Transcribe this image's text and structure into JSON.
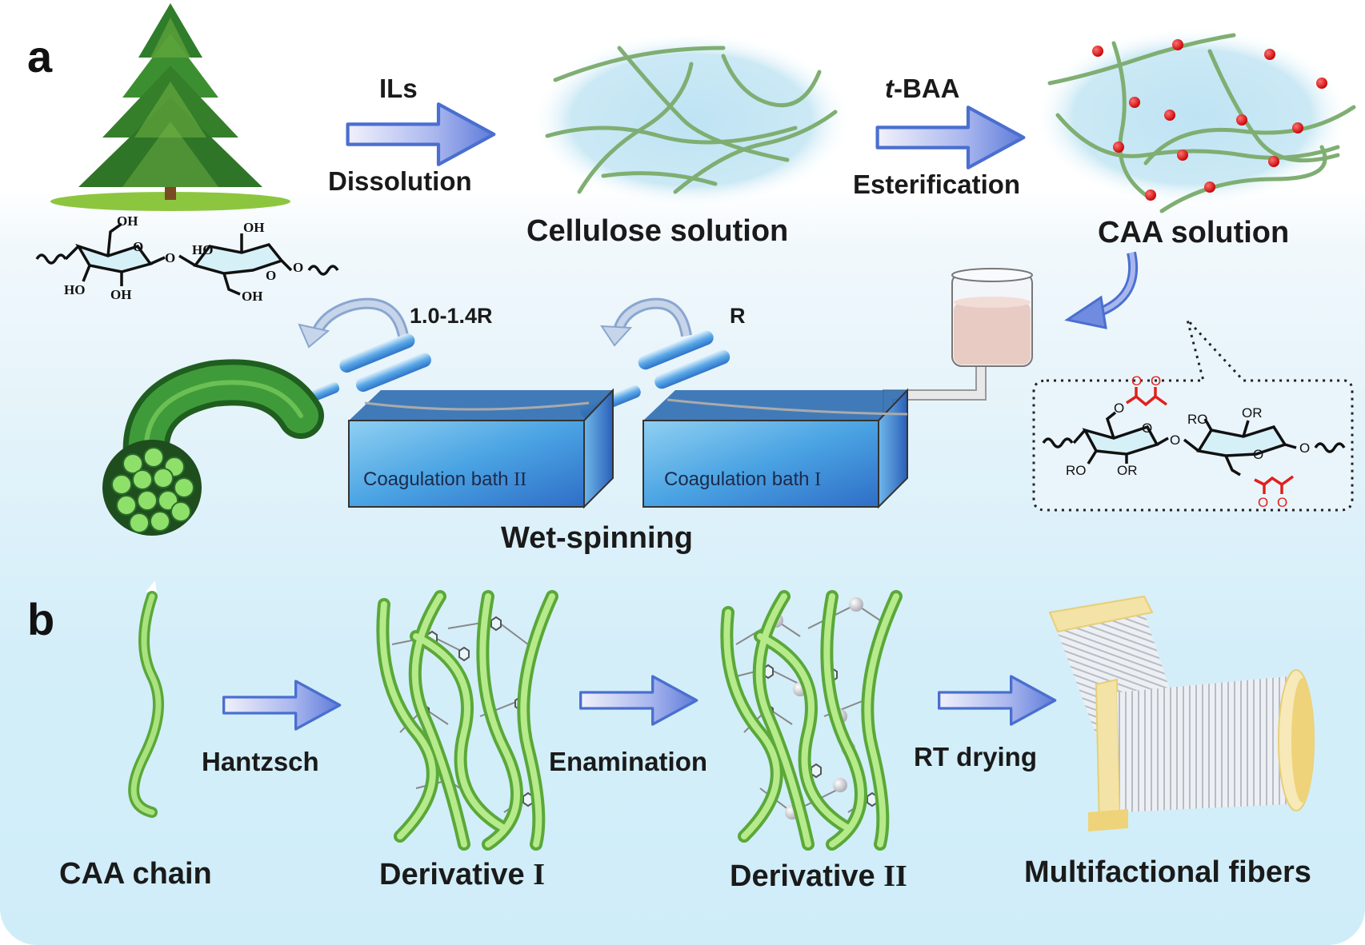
{
  "panel_a": {
    "letter": "a",
    "arrow1": {
      "top": "ILs",
      "bottom": "Dissolution"
    },
    "cellulose_label": "Cellulose solution",
    "arrow2": {
      "top_italic": "t",
      "top_rest": "-BAA",
      "bottom": "Esterification"
    },
    "caa_label": "CAA solution",
    "glucose_structure": {
      "labels": [
        "OH",
        "O",
        "HO",
        "OH",
        "O",
        "HO",
        "OH",
        "O",
        "O",
        "OH"
      ]
    },
    "caa_structure": {
      "labels": [
        "O",
        "O",
        "O",
        "O",
        "RO",
        "OR",
        "O",
        "RO",
        "OR",
        "O",
        "O",
        "O",
        "O"
      ]
    },
    "roller_speeds": {
      "fast": "1.0-1.4R",
      "base": "R"
    },
    "baths": [
      {
        "label": "Coagulation bath",
        "numeral": "II"
      },
      {
        "label": "Coagulation bath",
        "numeral": "I"
      }
    ],
    "process_label": "Wet-spinning"
  },
  "panel_b": {
    "letter": "b",
    "steps": [
      {
        "label": "Hantzsch"
      },
      {
        "label": "Enamination"
      },
      {
        "label": "RT drying"
      }
    ],
    "stages": [
      {
        "label": "CAA chain"
      },
      {
        "label": "Derivative",
        "numeral": "I"
      },
      {
        "label": "Derivative",
        "numeral": "II"
      },
      {
        "label": "Multifactional fibers"
      }
    ]
  },
  "colors": {
    "arrow_blue": "#4a6fd0",
    "fiber_green": "#8fd36a",
    "acac_red": "#e0201c",
    "water_blue": "#3b8fd6",
    "spool_yellow": "#f3e3a6"
  }
}
